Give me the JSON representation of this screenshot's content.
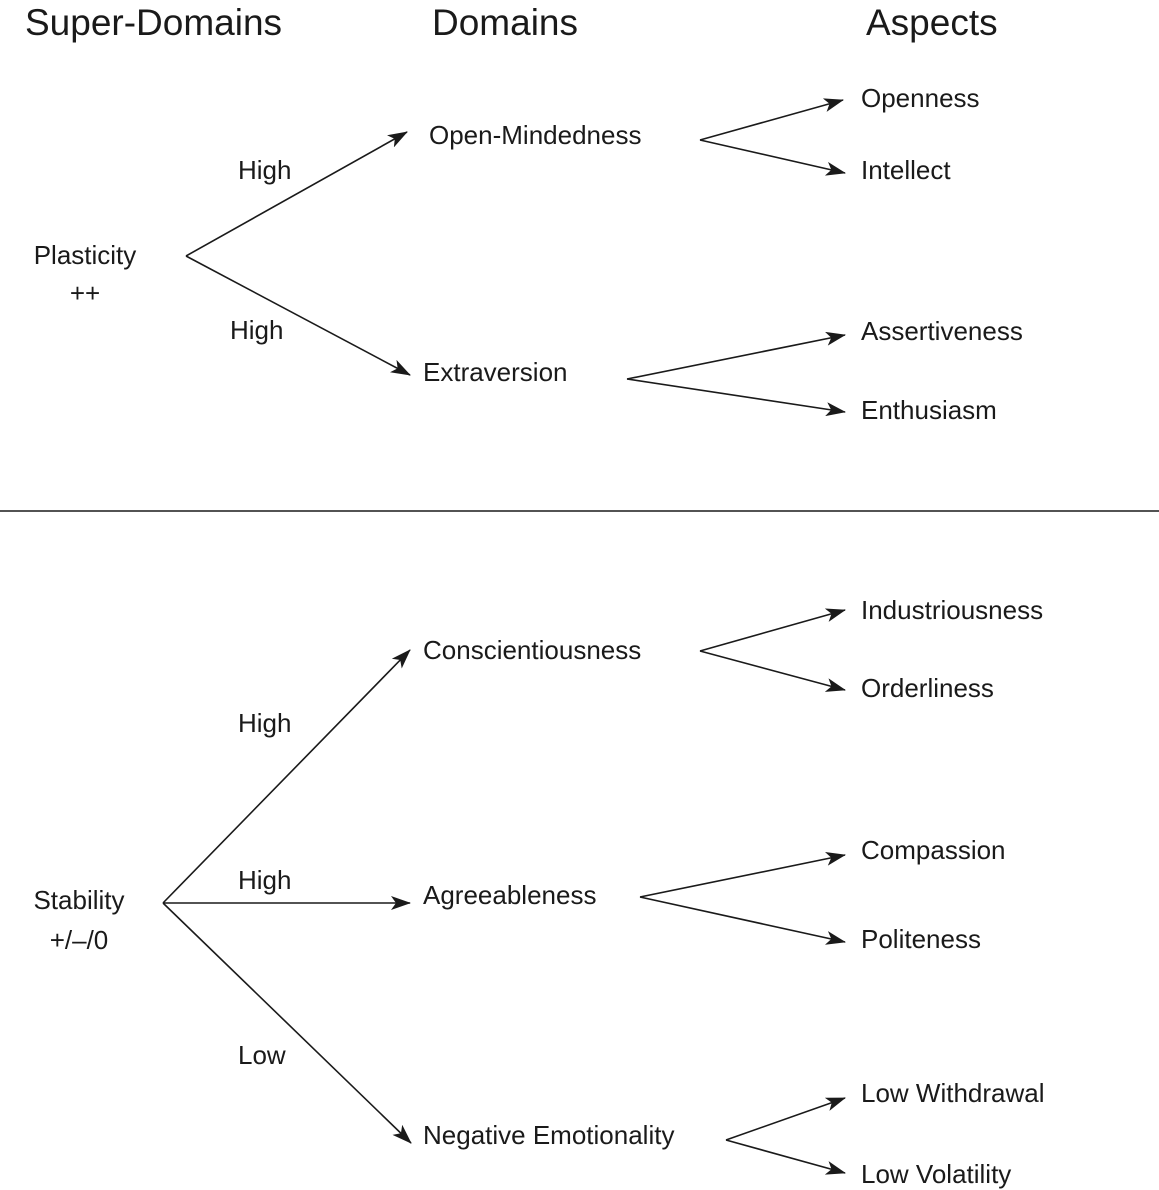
{
  "headers": {
    "super_domains": "Super-Domains",
    "domains": "Domains",
    "aspects": "Aspects"
  },
  "plasticity": {
    "label": "Plasticity",
    "sign": "++",
    "edge_labels": [
      "High",
      "High"
    ],
    "domains": [
      {
        "name": "Open-Mindedness",
        "aspects": [
          "Openness",
          "Intellect"
        ]
      },
      {
        "name": "Extraversion",
        "aspects": [
          "Assertiveness",
          "Enthusiasm"
        ]
      }
    ]
  },
  "stability": {
    "label": "Stability",
    "sign": "+/–/0",
    "edge_labels": [
      "High",
      "High",
      "Low"
    ],
    "domains": [
      {
        "name": "Conscientiousness",
        "aspects": [
          "Industriousness",
          "Orderliness"
        ]
      },
      {
        "name": "Agreeableness",
        "aspects": [
          "Compassion",
          "Politeness"
        ]
      },
      {
        "name": "Negative Emotionality",
        "aspects": [
          "Low Withdrawal",
          "Low Volatility"
        ]
      }
    ]
  }
}
